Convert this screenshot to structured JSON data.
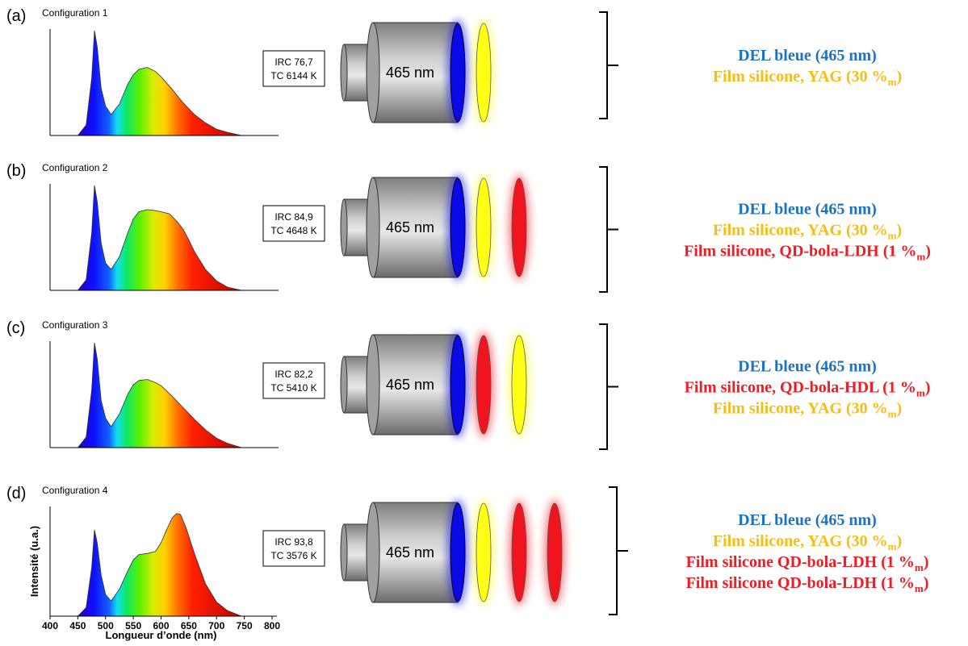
{
  "colors": {
    "blue_text": "#1f72bd",
    "yellow_text": "#f5be12",
    "red_text": "#ee1c24",
    "led_blue": "#0a0ae6",
    "film_yellow": "#ffff14",
    "film_red": "#f0141e"
  },
  "led": {
    "label": "465 nm"
  },
  "panels": [
    {
      "letter": "(a)",
      "title": "Configuration 1",
      "irc": "IRC 76,7",
      "tc": "TC 6144 K",
      "films": [
        "yellow"
      ],
      "legend": [
        {
          "text": "DEL bleue (465 nm)",
          "sub": "",
          "tail": "",
          "color": "blue"
        },
        {
          "text": "Film silicone, YAG (30 %",
          "sub": "m",
          "tail": ")",
          "color": "yellow"
        }
      ]
    },
    {
      "letter": "(b)",
      "title": "Configuration 2",
      "irc": "IRC 84,9",
      "tc": "TC 4648 K",
      "films": [
        "yellow",
        "red"
      ],
      "legend": [
        {
          "text": "DEL bleue (465 nm)",
          "sub": "",
          "tail": "",
          "color": "blue"
        },
        {
          "text": "Film silicone, YAG (30 %",
          "sub": "m",
          "tail": ")",
          "color": "yellow"
        },
        {
          "text": "Film silicone, QD-bola-LDH (1 %",
          "sub": "m",
          "tail": ")",
          "color": "red"
        }
      ]
    },
    {
      "letter": "(c)",
      "title": "Configuration 3",
      "irc": "IRC 82,2",
      "tc": "TC 5410 K",
      "films": [
        "red",
        "yellow"
      ],
      "legend": [
        {
          "text": "DEL bleue (465 nm)",
          "sub": "",
          "tail": "",
          "color": "blue"
        },
        {
          "text": "Film silicone, QD-bola-HDL (1 %",
          "sub": "m",
          "tail": ")",
          "color": "red"
        },
        {
          "text": "Film silicone, YAG (30 %",
          "sub": "m",
          "tail": ")",
          "color": "yellow"
        }
      ]
    },
    {
      "letter": "(d)",
      "title": "Configuration 4",
      "irc": "IRC 93,8",
      "tc": "TC 3576 K",
      "films": [
        "yellow",
        "red",
        "red"
      ],
      "legend": [
        {
          "text": "DEL bleue (465 nm)",
          "sub": "",
          "tail": "",
          "color": "blue"
        },
        {
          "text": "Film silicone, YAG (30 %",
          "sub": "m",
          "tail": ")",
          "color": "yellow"
        },
        {
          "text": "Film silicone QD-bola-LDH (1 %",
          "sub": "m",
          "tail": ")",
          "color": "red"
        },
        {
          "text": "Film silicone QD-bola-LDH (1 %",
          "sub": "m",
          "tail": ")",
          "color": "red"
        }
      ]
    }
  ],
  "chart_data": {
    "type": "area",
    "xlabel": "Longueur d’onde (nm)",
    "ylabel": "Intensité (u.a.)",
    "xlim": [
      400,
      800
    ],
    "xticks": [
      "400",
      "450",
      "500",
      "550",
      "600",
      "650",
      "700",
      "750",
      "800"
    ],
    "series": [
      {
        "x": [
          450,
          465,
          475,
          480,
          485,
          492,
          500,
          510,
          525,
          540,
          550,
          560,
          575,
          590,
          600,
          620,
          640,
          660,
          680,
          700,
          720,
          745
        ],
        "y": [
          0,
          10,
          55,
          100,
          85,
          45,
          28,
          20,
          30,
          49,
          58,
          63,
          65,
          61,
          56,
          44,
          31,
          20,
          12,
          6,
          3,
          0
        ]
      },
      {
        "x": [
          450,
          465,
          475,
          480,
          485,
          492,
          500,
          510,
          525,
          540,
          550,
          560,
          575,
          590,
          600,
          615,
          630,
          640,
          650,
          660,
          680,
          700,
          720,
          745
        ],
        "y": [
          0,
          10,
          55,
          100,
          85,
          45,
          26,
          20,
          32,
          55,
          68,
          75,
          77,
          76,
          75,
          73,
          65,
          58,
          48,
          37,
          20,
          9,
          3,
          0
        ]
      },
      {
        "x": [
          450,
          465,
          475,
          480,
          485,
          492,
          500,
          510,
          525,
          540,
          550,
          560,
          575,
          590,
          600,
          620,
          640,
          660,
          680,
          700,
          720,
          745
        ],
        "y": [
          0,
          10,
          55,
          100,
          85,
          45,
          28,
          20,
          32,
          51,
          60,
          64,
          65,
          62,
          59,
          49,
          38,
          27,
          17,
          9,
          4,
          0
        ]
      },
      {
        "x": [
          450,
          465,
          475,
          480,
          485,
          492,
          500,
          510,
          525,
          540,
          550,
          560,
          575,
          590,
          600,
          610,
          620,
          628,
          635,
          645,
          660,
          680,
          700,
          720,
          745
        ],
        "y": [
          0,
          8,
          45,
          80,
          68,
          38,
          20,
          14,
          25,
          42,
          52,
          57,
          58,
          60,
          68,
          80,
          91,
          95,
          94,
          82,
          58,
          30,
          13,
          5,
          0
        ]
      }
    ]
  }
}
